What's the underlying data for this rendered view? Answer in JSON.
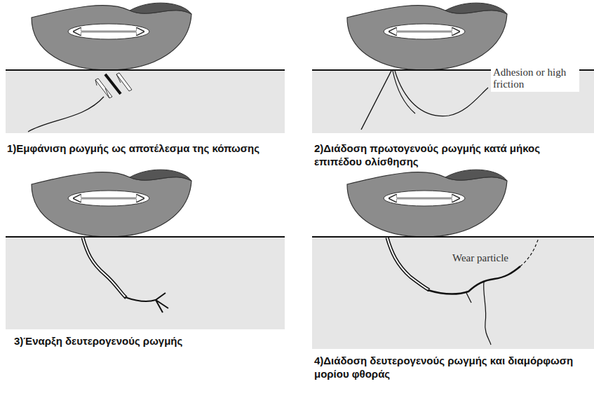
{
  "diagram": {
    "labels": [
      "1)Εμφάνιση ρωγμής ως αποτέλεσμα της κόπωσης",
      "2)Διάδοση πρωτογενούς ρωγμής κατά μήκος επιπέδου ολίσθησης",
      "Adhesion or high friction",
      "3)Έναρξη δευτερογενούς ρωγμής",
      "4)Διάδοση δευτερογενούς ρωγμής και διαμόρφωση μορίου φθοράς",
      "Wear particle"
    ]
  }
}
